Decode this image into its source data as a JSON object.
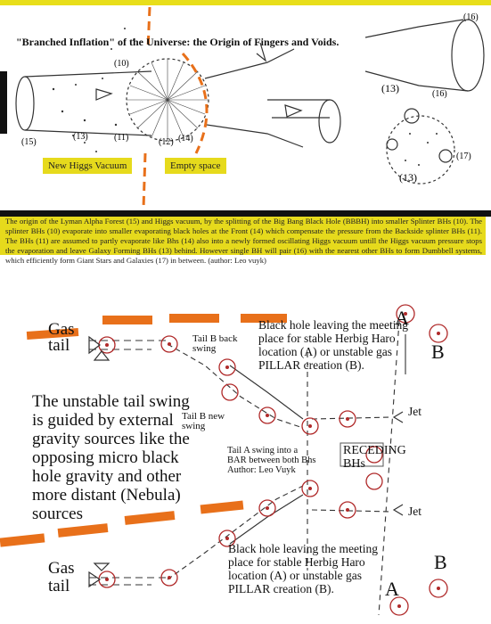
{
  "top": {
    "title": "\"Branched Inflation\" of the Universe: the Origin of Fingers and Voids.",
    "label_vacuum": "New Higgs Vacuum",
    "label_empty": "Empty space",
    "numbers": {
      "n10": "(10)",
      "n15": "(15)",
      "n13a": "(13)",
      "n11": "(11)",
      "n12": "(12)",
      "n14": "(14)",
      "n13b": "(13)",
      "n13c": "(13)",
      "n16": "(16)",
      "n17": "(17)",
      "n16b": "(16)"
    }
  },
  "caption": "The origin of the Lyman Alpha Forest (15) and Higgs vacuum, by the splitting of the Big Bang Black Hole (BBBH) into smaller Splinter BHs (10).   The splinter BHs (10) evaporate into smaller evaporating black holes at the Front (14) which compensate the pressure from the Backside splinter BHs (11).     The BHs (11) are assumed to partly evaporate like Bhs (14) also into a newly formed oscillating Higgs vacuum untill the Higgs vacuum pressure stops the evaporation and leave Galaxy Forming BHs (13) behind.     However single BH will pair (16) with the nearest other BHs to form Dumbbell systems, which efficiently form Giant Stars and Galaxies (17) in between. (author: Leo vuyk)",
  "bottom": {
    "gas_tail_top": [
      "Gas",
      "tail"
    ],
    "tail_b_back": [
      "Tail B back",
      "swing"
    ],
    "bh_leaving_top": [
      "Black hole leaving the meeting",
      "place for stable Herbig Haro",
      "location (A) or unstable gas",
      "PILLAR creation (B)."
    ],
    "letter_a": "A",
    "letter_b": "B",
    "unstable": [
      "The unstable tail swing",
      "is guided by external",
      "gravity sources like the",
      "opposing micro black",
      "hole gravity and other",
      "more distant (Nebula)",
      "sources"
    ],
    "tail_b_new": [
      "Tail B new",
      "swing"
    ],
    "jet": "Jet",
    "tail_a": [
      "Tail A swing into a",
      "BAR between both Bhs",
      "Author: Leo Vuyk"
    ],
    "receding": [
      "RECEDING",
      "BHs"
    ],
    "gas_tail_bottom": [
      "Gas",
      "tail"
    ],
    "bh_leaving_bottom": [
      "Black hole leaving the meeting",
      "place for stable Herbig Haro",
      "location (A) or unstable gas",
      "PILLAR creation (B)."
    ]
  }
}
